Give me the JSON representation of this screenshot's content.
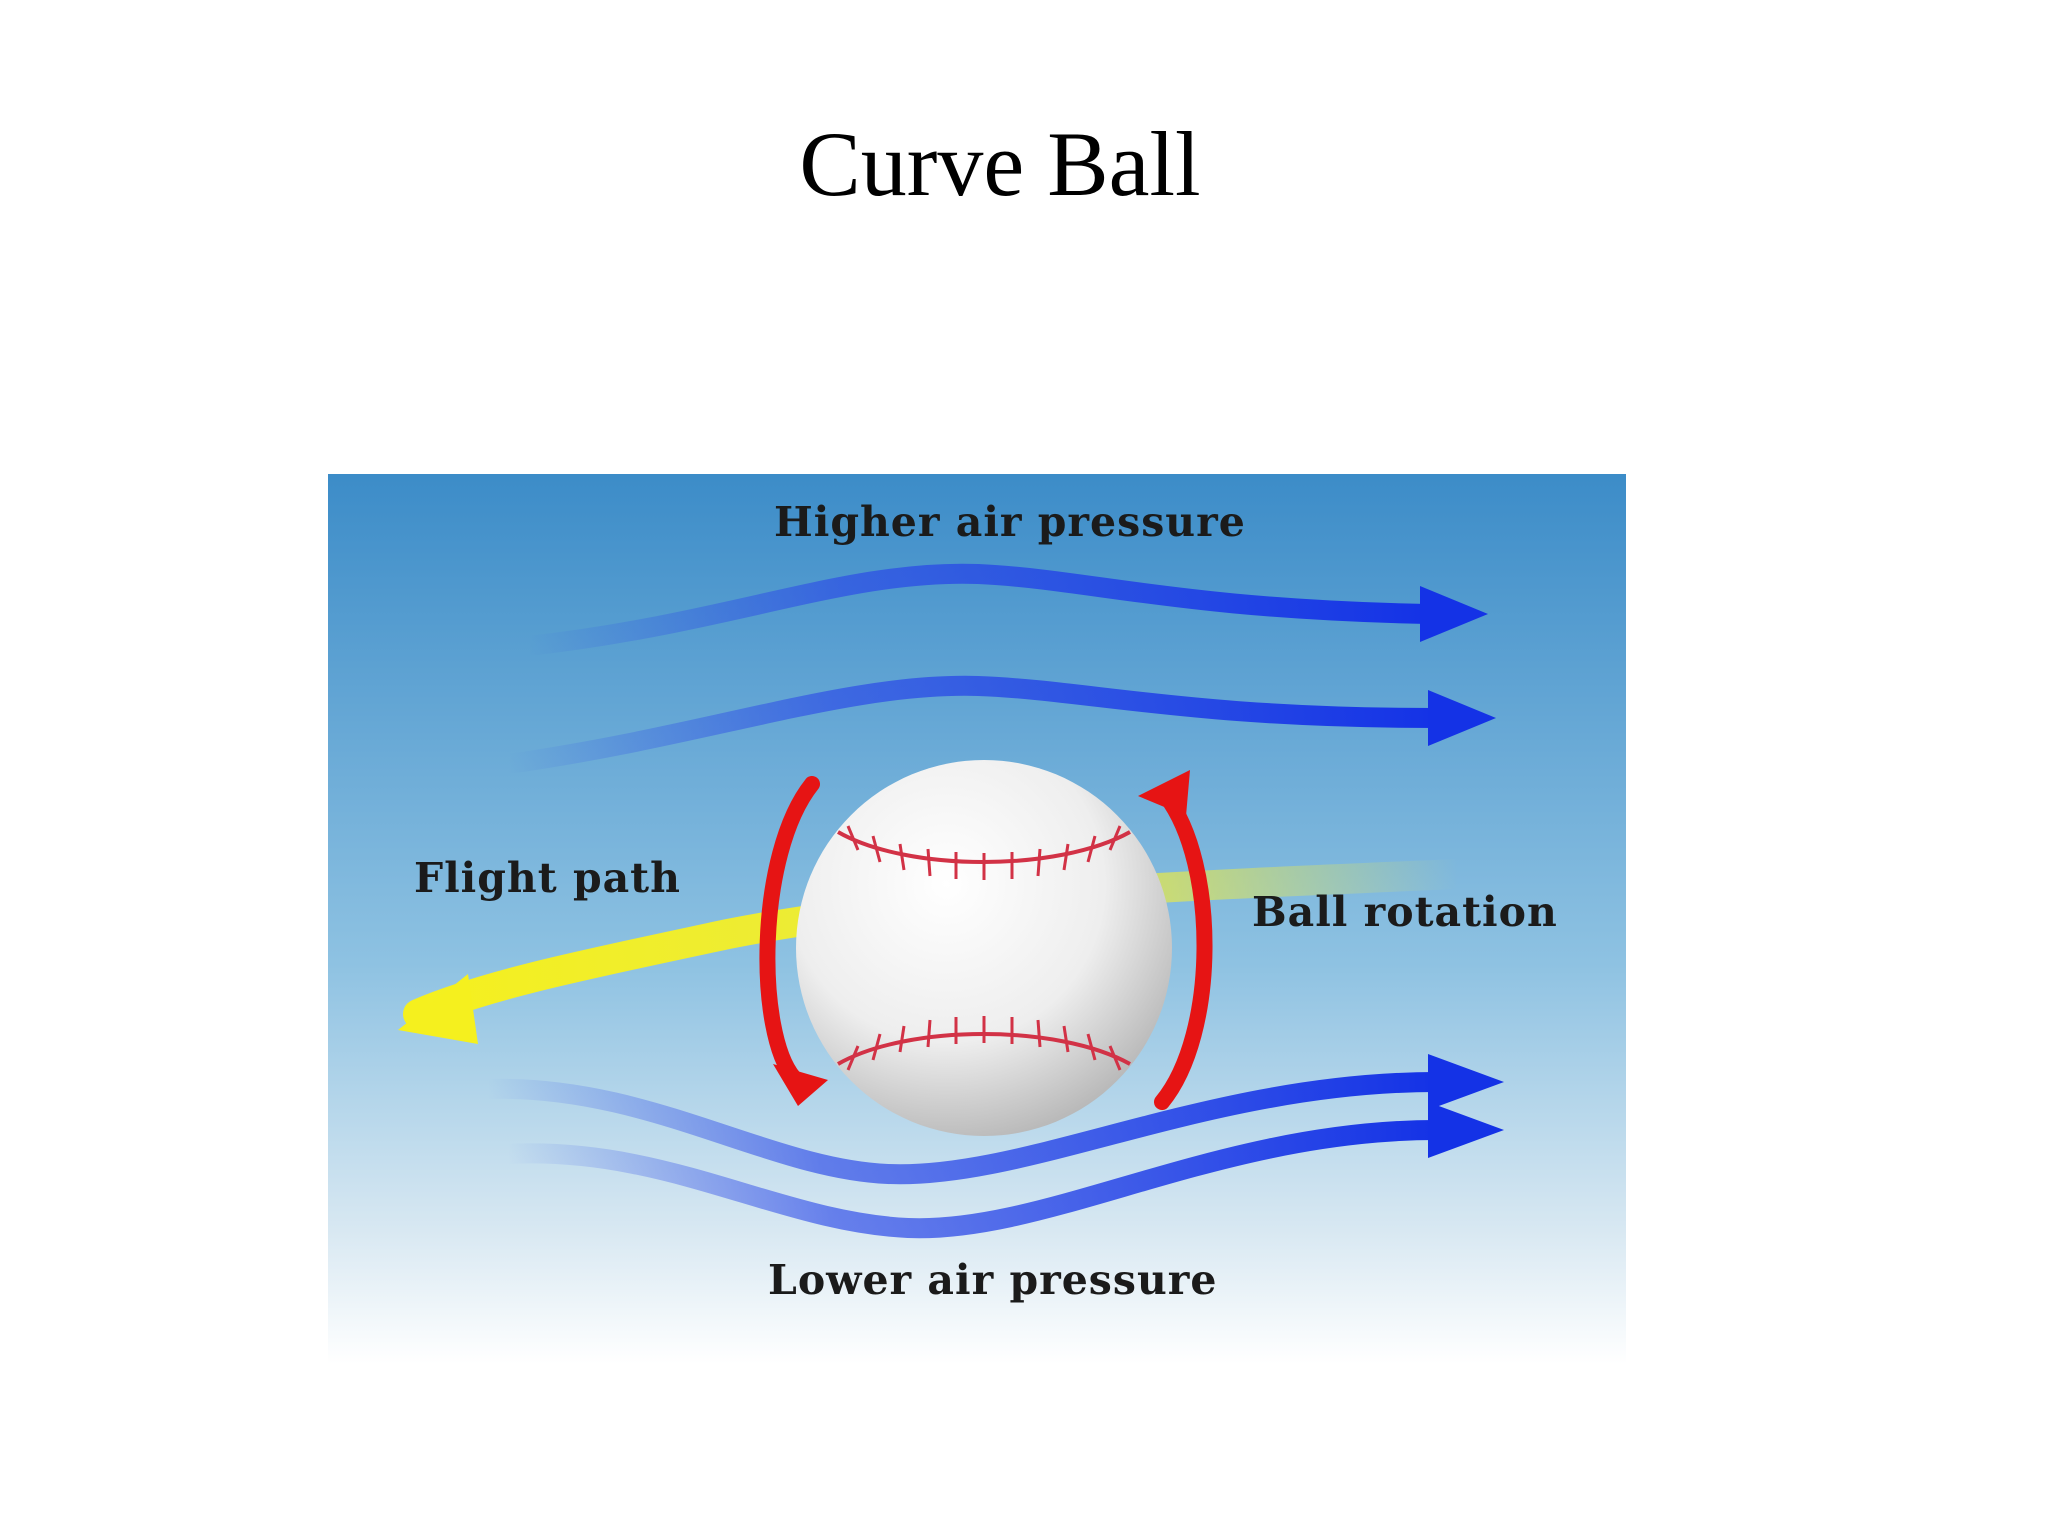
{
  "slide": {
    "title": "Curve Ball"
  },
  "diagram": {
    "labels": {
      "higher_pressure": "Higher air pressure",
      "flight_path": "Flight path",
      "ball_rotation": "Ball rotation",
      "lower_pressure": "Lower air pressure"
    },
    "colors": {
      "sky_top": "#3c8cc8",
      "sky_bottom": "#ffffff",
      "airflow_arrow": "#1432e6",
      "flight_path_arrow": "#f5f01e",
      "rotation_arrow": "#e61414",
      "ball": "#f2f2f2",
      "stitches": "#d23246"
    }
  }
}
